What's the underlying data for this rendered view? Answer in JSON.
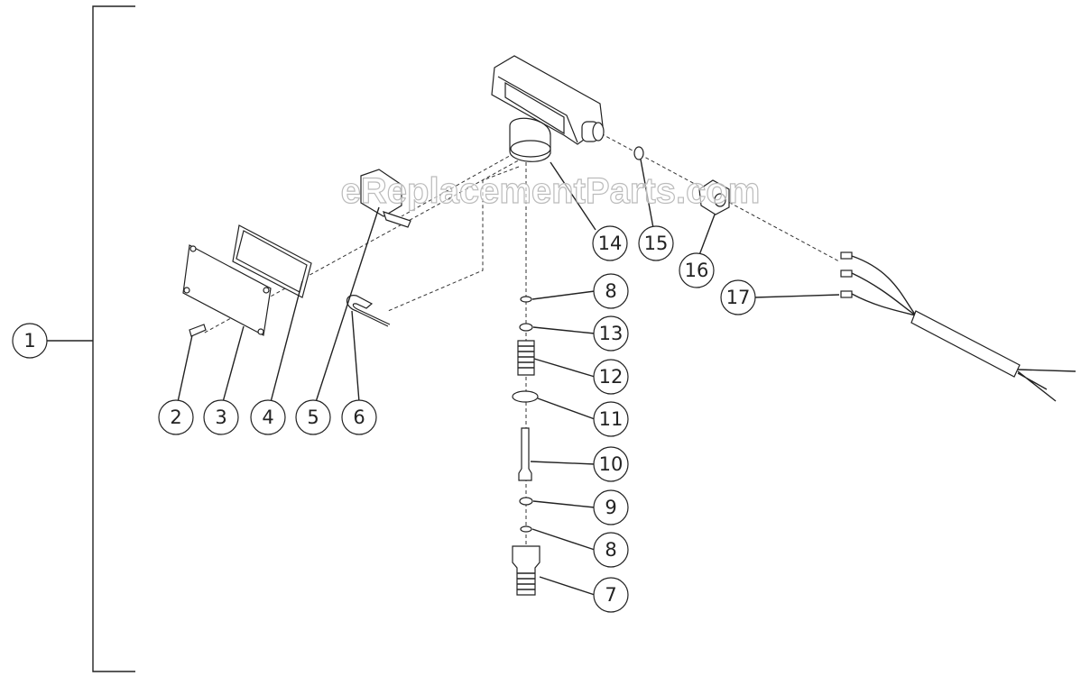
{
  "watermark": "eReplacementParts.com",
  "callouts": {
    "c1": "1",
    "c2": "2",
    "c3": "3",
    "c4": "4",
    "c5": "5",
    "c6": "6",
    "c7": "7",
    "c8a": "8",
    "c8b": "8",
    "c9": "9",
    "c10": "10",
    "c11": "11",
    "c12": "12",
    "c13": "13",
    "c14": "14",
    "c15": "15",
    "c16": "16",
    "c17": "17"
  }
}
